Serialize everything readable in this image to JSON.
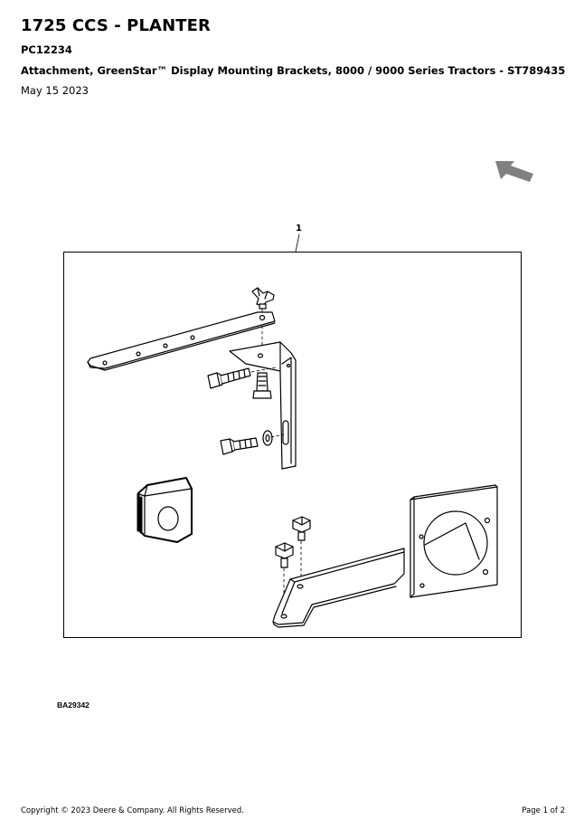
{
  "header": {
    "title": "1725 CCS - PLANTER",
    "code": "PC12234",
    "description": "Attachment, GreenStar™ Display Mounting Brackets, 8000 / 9000 Series Tractors - ST789435",
    "date": "May 15 2023"
  },
  "navigation": {
    "back_icon": "back-arrow-icon",
    "color": "#808080"
  },
  "figure": {
    "callout": "1",
    "id": "BA29342"
  },
  "footer": {
    "copyright": "Copyright © 2023 Deere & Company. All Rights Reserved.",
    "page": "Page 1 of 2"
  }
}
